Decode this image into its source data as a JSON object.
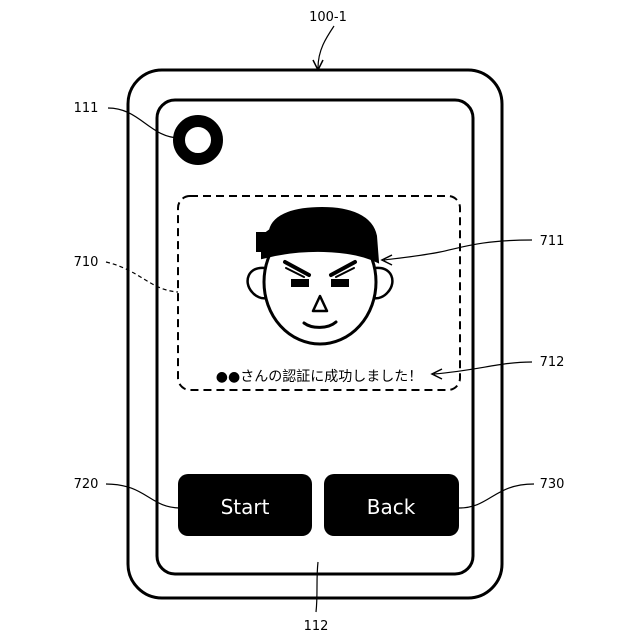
{
  "labels": {
    "device": "100-1",
    "camera": "111",
    "screen": "112",
    "result_area": "710",
    "face_image": "711",
    "message_ref": "712",
    "start_button_ref": "720",
    "back_button_ref": "730"
  },
  "message": "●●さんの認証に成功しました！",
  "buttons": {
    "start": "Start",
    "back": "Back"
  },
  "colors": {
    "line": "#000000",
    "button_fill": "#000000",
    "button_text": "#ffffff",
    "background": "#ffffff"
  }
}
